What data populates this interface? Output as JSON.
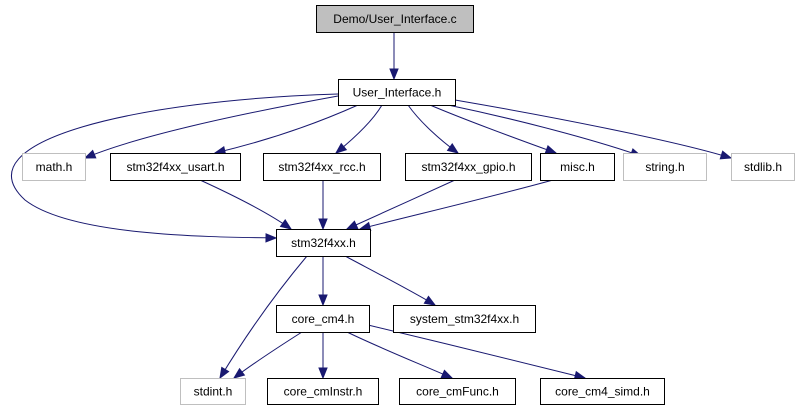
{
  "graph": {
    "title": "Demo/User_Interface.c",
    "colors": {
      "edge": "#191970",
      "root_fill": "#bfbfbf",
      "external_border": "#bfbfbf",
      "node_border": "#000000"
    },
    "nodes": [
      {
        "id": "user_interface_c",
        "label": "Demo/User_Interface.c",
        "kind": "root"
      },
      {
        "id": "user_interface_h",
        "label": "User_Interface.h",
        "kind": "internal"
      },
      {
        "id": "math_h",
        "label": "math.h",
        "kind": "external"
      },
      {
        "id": "usart_h",
        "label": "stm32f4xx_usart.h",
        "kind": "internal"
      },
      {
        "id": "rcc_h",
        "label": "stm32f4xx_rcc.h",
        "kind": "internal"
      },
      {
        "id": "gpio_h",
        "label": "stm32f4xx_gpio.h",
        "kind": "internal"
      },
      {
        "id": "misc_h",
        "label": "misc.h",
        "kind": "internal"
      },
      {
        "id": "string_h",
        "label": "string.h",
        "kind": "external"
      },
      {
        "id": "stdlib_h",
        "label": "stdlib.h",
        "kind": "external"
      },
      {
        "id": "stm32f4xx_h",
        "label": "stm32f4xx.h",
        "kind": "internal"
      },
      {
        "id": "core_cm4_h",
        "label": "core_cm4.h",
        "kind": "internal"
      },
      {
        "id": "system_h",
        "label": "system_stm32f4xx.h",
        "kind": "internal"
      },
      {
        "id": "stdint_h",
        "label": "stdint.h",
        "kind": "external"
      },
      {
        "id": "core_cminstr_h",
        "label": "core_cmInstr.h",
        "kind": "internal"
      },
      {
        "id": "core_cmfunc_h",
        "label": "core_cmFunc.h",
        "kind": "internal"
      },
      {
        "id": "core_cm4_simd_h",
        "label": "core_cm4_simd.h",
        "kind": "internal"
      }
    ],
    "edges": [
      {
        "from": "user_interface_c",
        "to": "user_interface_h"
      },
      {
        "from": "user_interface_h",
        "to": "math_h"
      },
      {
        "from": "user_interface_h",
        "to": "usart_h"
      },
      {
        "from": "user_interface_h",
        "to": "rcc_h"
      },
      {
        "from": "user_interface_h",
        "to": "gpio_h"
      },
      {
        "from": "user_interface_h",
        "to": "misc_h"
      },
      {
        "from": "user_interface_h",
        "to": "string_h"
      },
      {
        "from": "user_interface_h",
        "to": "stdlib_h"
      },
      {
        "from": "user_interface_h",
        "to": "stm32f4xx_h"
      },
      {
        "from": "usart_h",
        "to": "stm32f4xx_h"
      },
      {
        "from": "rcc_h",
        "to": "stm32f4xx_h"
      },
      {
        "from": "gpio_h",
        "to": "stm32f4xx_h"
      },
      {
        "from": "misc_h",
        "to": "stm32f4xx_h"
      },
      {
        "from": "stm32f4xx_h",
        "to": "core_cm4_h"
      },
      {
        "from": "stm32f4xx_h",
        "to": "system_h"
      },
      {
        "from": "stm32f4xx_h",
        "to": "stdint_h"
      },
      {
        "from": "core_cm4_h",
        "to": "stdint_h"
      },
      {
        "from": "core_cm4_h",
        "to": "core_cminstr_h"
      },
      {
        "from": "core_cm4_h",
        "to": "core_cmfunc_h"
      },
      {
        "from": "core_cm4_h",
        "to": "core_cm4_simd_h"
      }
    ]
  }
}
